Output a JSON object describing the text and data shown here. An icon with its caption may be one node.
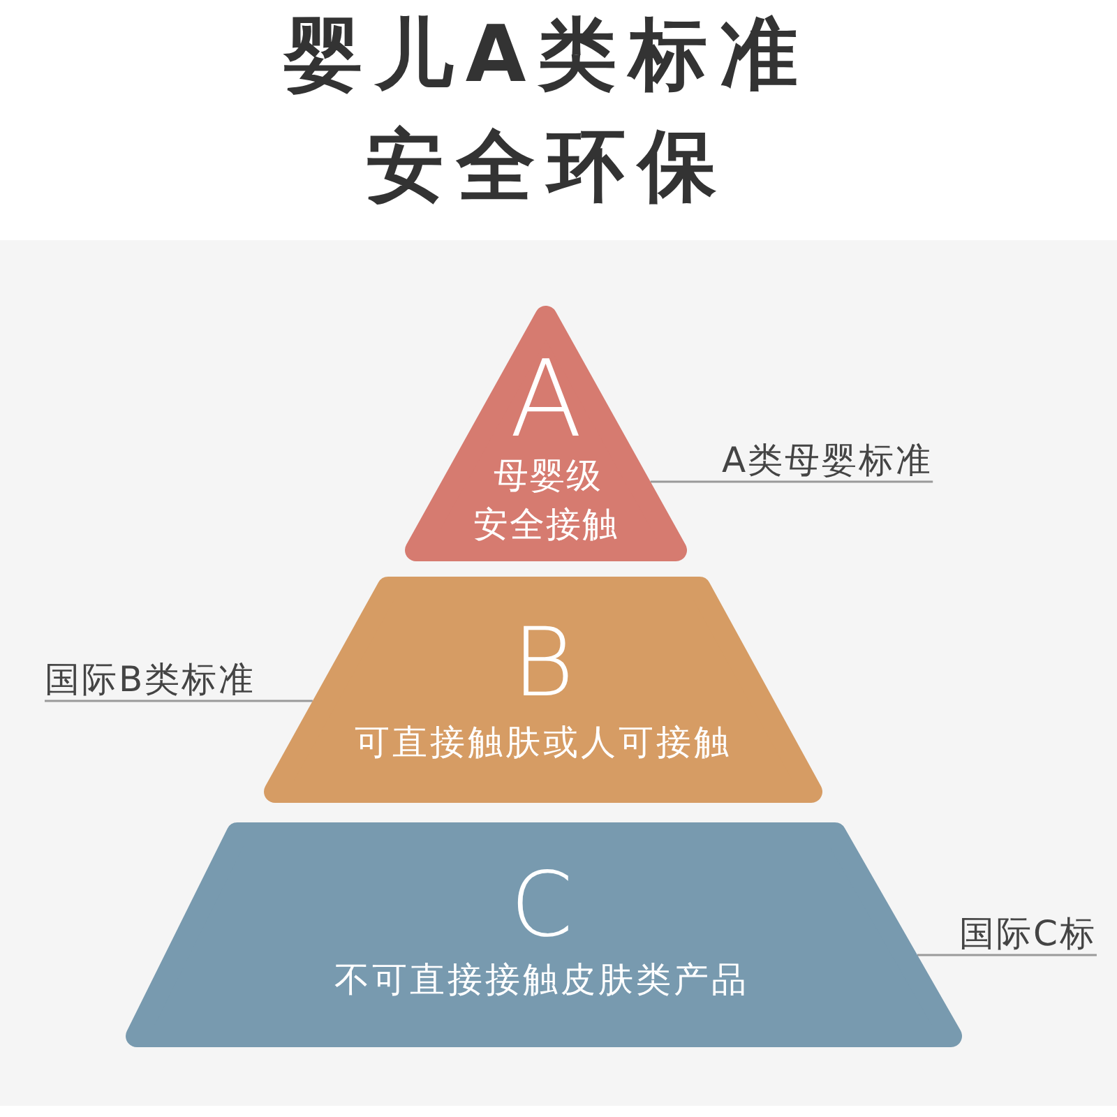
{
  "diagram": {
    "title": "婴儿A类标准安全环保",
    "nodes": [
      {
        "text": [
          "A",
          "母婴级安全接触"
        ]
      },
      {
        "text": [
          "A类母婴标准"
        ]
      },
      {
        "text": [
          "B",
          "可直接触肤或人可接触"
        ]
      },
      {
        "text": [
          "国际B类标准"
        ]
      },
      {
        "text": [
          "C",
          "不可直接接触皮肤类产品"
        ]
      },
      {
        "text": [
          "国际C标"
        ]
      }
    ],
    "edges": [
      {
        "from": 1,
        "to": 0,
        "arrow": "none"
      },
      {
        "from": 3,
        "to": 2,
        "arrow": "none"
      },
      {
        "from": 5,
        "to": 4,
        "arrow": "none"
      }
    ]
  }
}
